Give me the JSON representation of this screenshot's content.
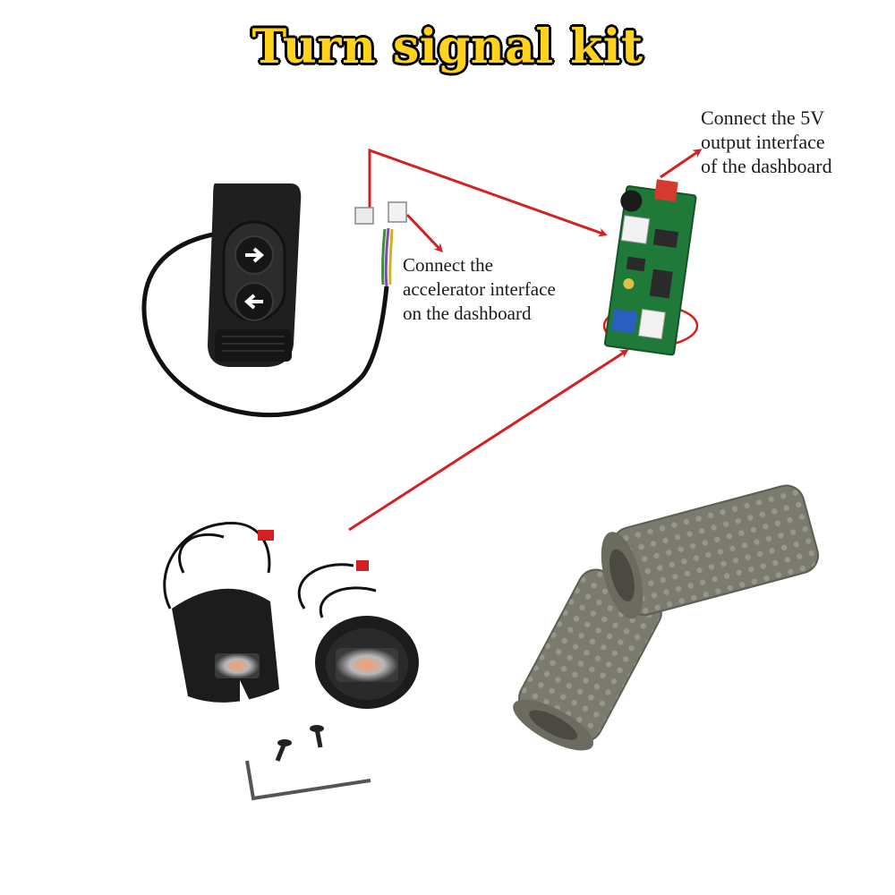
{
  "title": "Turn signal kit",
  "labels": {
    "power": [
      "Connect the 5V",
      "output interface",
      "of the dashboard"
    ],
    "accelerator": [
      "Connect the",
      "accelerator interface",
      "on the dashboard"
    ]
  },
  "colors": {
    "title_fill": "#ffd21f",
    "arrow": "#d42020",
    "pcb": "#1f7a3a",
    "grip": "#7a7a6c"
  }
}
